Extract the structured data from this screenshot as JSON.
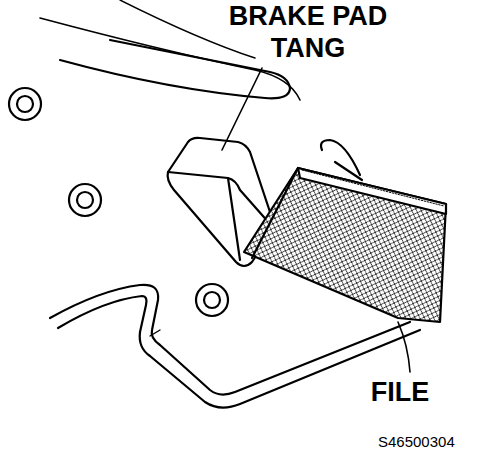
{
  "diagram": {
    "labels": [
      "BRAKE PAD TANG",
      "FILE",
      "S46500304"
    ]
  }
}
